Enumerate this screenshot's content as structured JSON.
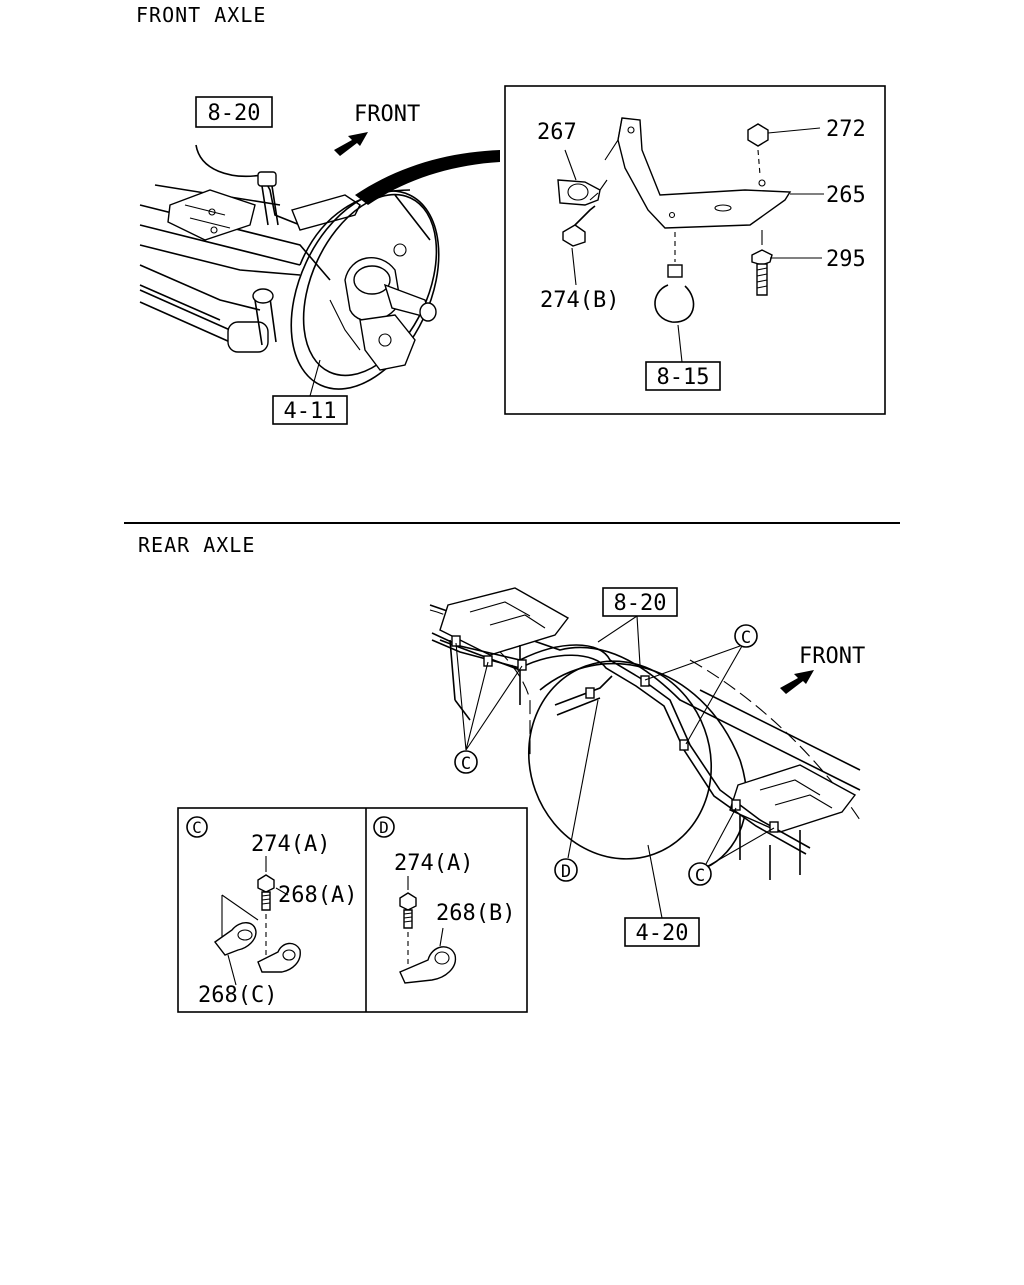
{
  "sections": {
    "front_title": "FRONT AXLE",
    "rear_title": "REAR AXLE"
  },
  "front": {
    "direction": "FRONT",
    "refs": {
      "r820": "8-20",
      "r411": "4-11",
      "r815": "8-15"
    },
    "parts": {
      "p267": "267",
      "p272": "272",
      "p265": "265",
      "p295": "295",
      "p274b": "274(B)"
    }
  },
  "rear": {
    "direction": "FRONT",
    "refs": {
      "r820": "8-20",
      "r420": "4-20"
    },
    "callouts": {
      "c1": "C",
      "c2": "C",
      "c3": "C",
      "d1": "D"
    },
    "detail_c": {
      "tag": "C",
      "p274a": "274(A)",
      "p268a": "268(A)",
      "p268c": "268(C)"
    },
    "detail_d": {
      "tag": "D",
      "p274a": "274(A)",
      "p268b": "268(B)"
    }
  }
}
